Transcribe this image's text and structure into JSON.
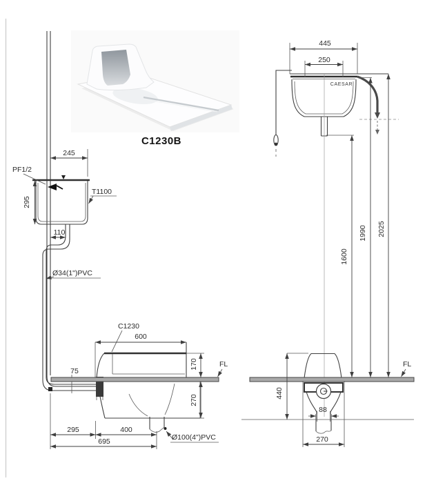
{
  "product": {
    "code": "C1230B",
    "brand": "CAESAR"
  },
  "side_view": {
    "supply_label": "PF1/2",
    "tank_label": "T1100",
    "flush_pipe_label": "Ø34(1\")PVC",
    "pan_label": "C1230",
    "drain_label": "Ø100(4\")PVC",
    "floor_label": "FL",
    "dims": {
      "tank_width": "245",
      "tank_height": "295",
      "outlet_offset": "110",
      "pipe_inset": "75",
      "pan_length": "600",
      "pan_height": "170",
      "trap_depth": "270",
      "rear_offset": "295",
      "drain_offset": "400",
      "total_length": "695"
    }
  },
  "front_view": {
    "floor_label": "FL",
    "dims": {
      "tank_width": "445",
      "lid_width": "250",
      "flush_pipe_height": "1600",
      "tank_bottom_height": "1990",
      "supply_top_height": "2025",
      "pan_depth": "440",
      "trap_width": "88",
      "pan_width": "270"
    }
  },
  "colors": {
    "line": "#3f3f3f",
    "floor_fill": "#a9a9a9",
    "hose": "#4a4a4a"
  }
}
